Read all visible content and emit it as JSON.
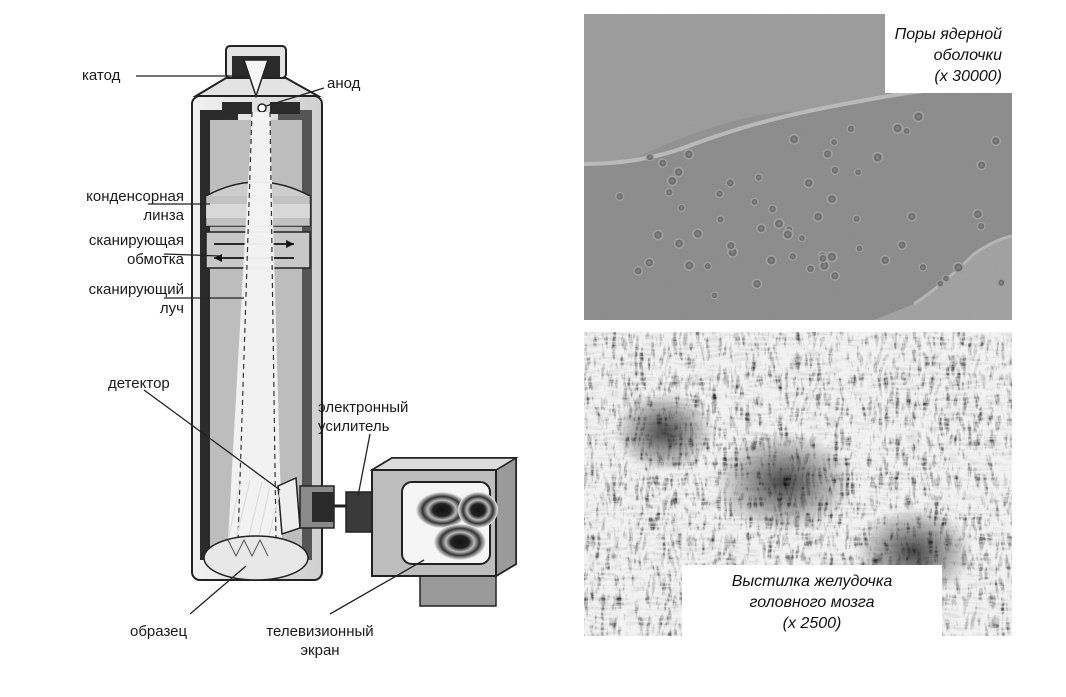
{
  "diagram": {
    "labels": {
      "cathode": "катод",
      "anode": "анод",
      "condenser_lens": [
        "конденсорная",
        "линза"
      ],
      "scan_coil": [
        "сканирующая",
        "обмотка"
      ],
      "scan_beam": [
        "сканирующий",
        "луч"
      ],
      "detector": "детектор",
      "amplifier": [
        "электронный",
        "усилитель"
      ],
      "sample": "образец",
      "tv_screen": [
        "телевизионный",
        "экран"
      ]
    }
  },
  "photos": {
    "top": {
      "caption": [
        "Поры ядерной",
        "оболочки",
        "(x 30000)"
      ]
    },
    "bottom": {
      "caption": [
        "Выстилка желудочка",
        "головного мозга",
        "(x 2500)"
      ]
    }
  }
}
